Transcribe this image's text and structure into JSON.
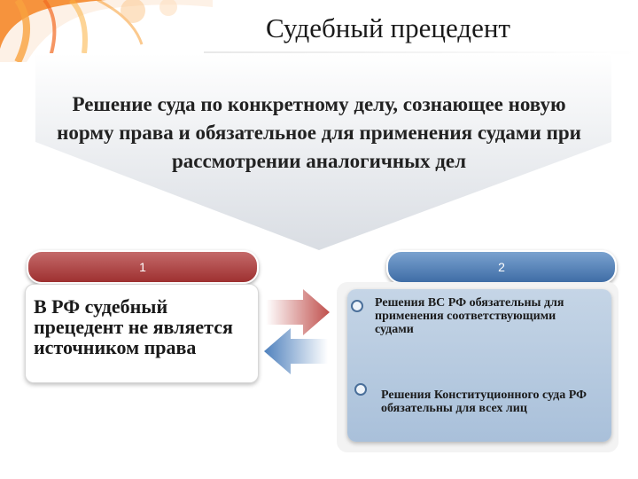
{
  "header": {
    "title": "Судебный прецедент"
  },
  "definition": {
    "text": "Решение суда по конкретному делу, сознающее новую норму права и обязательное для применения судами при рассмотрении аналогичных дел"
  },
  "tabs": [
    {
      "label": "1"
    },
    {
      "label": "2"
    }
  ],
  "left_card": {
    "text": "В РФ судебный прецедент не является источником права"
  },
  "right_card": {
    "items": [
      {
        "text": "Решения ВС РФ обязательны для применения соответствующими судами"
      },
      {
        "text": "Решения Конституционного суда РФ обязательны для всех лиц"
      }
    ]
  },
  "colors": {
    "accent_red": "#9e3030",
    "accent_blue": "#3f6da6",
    "orange": "#f5821f"
  }
}
